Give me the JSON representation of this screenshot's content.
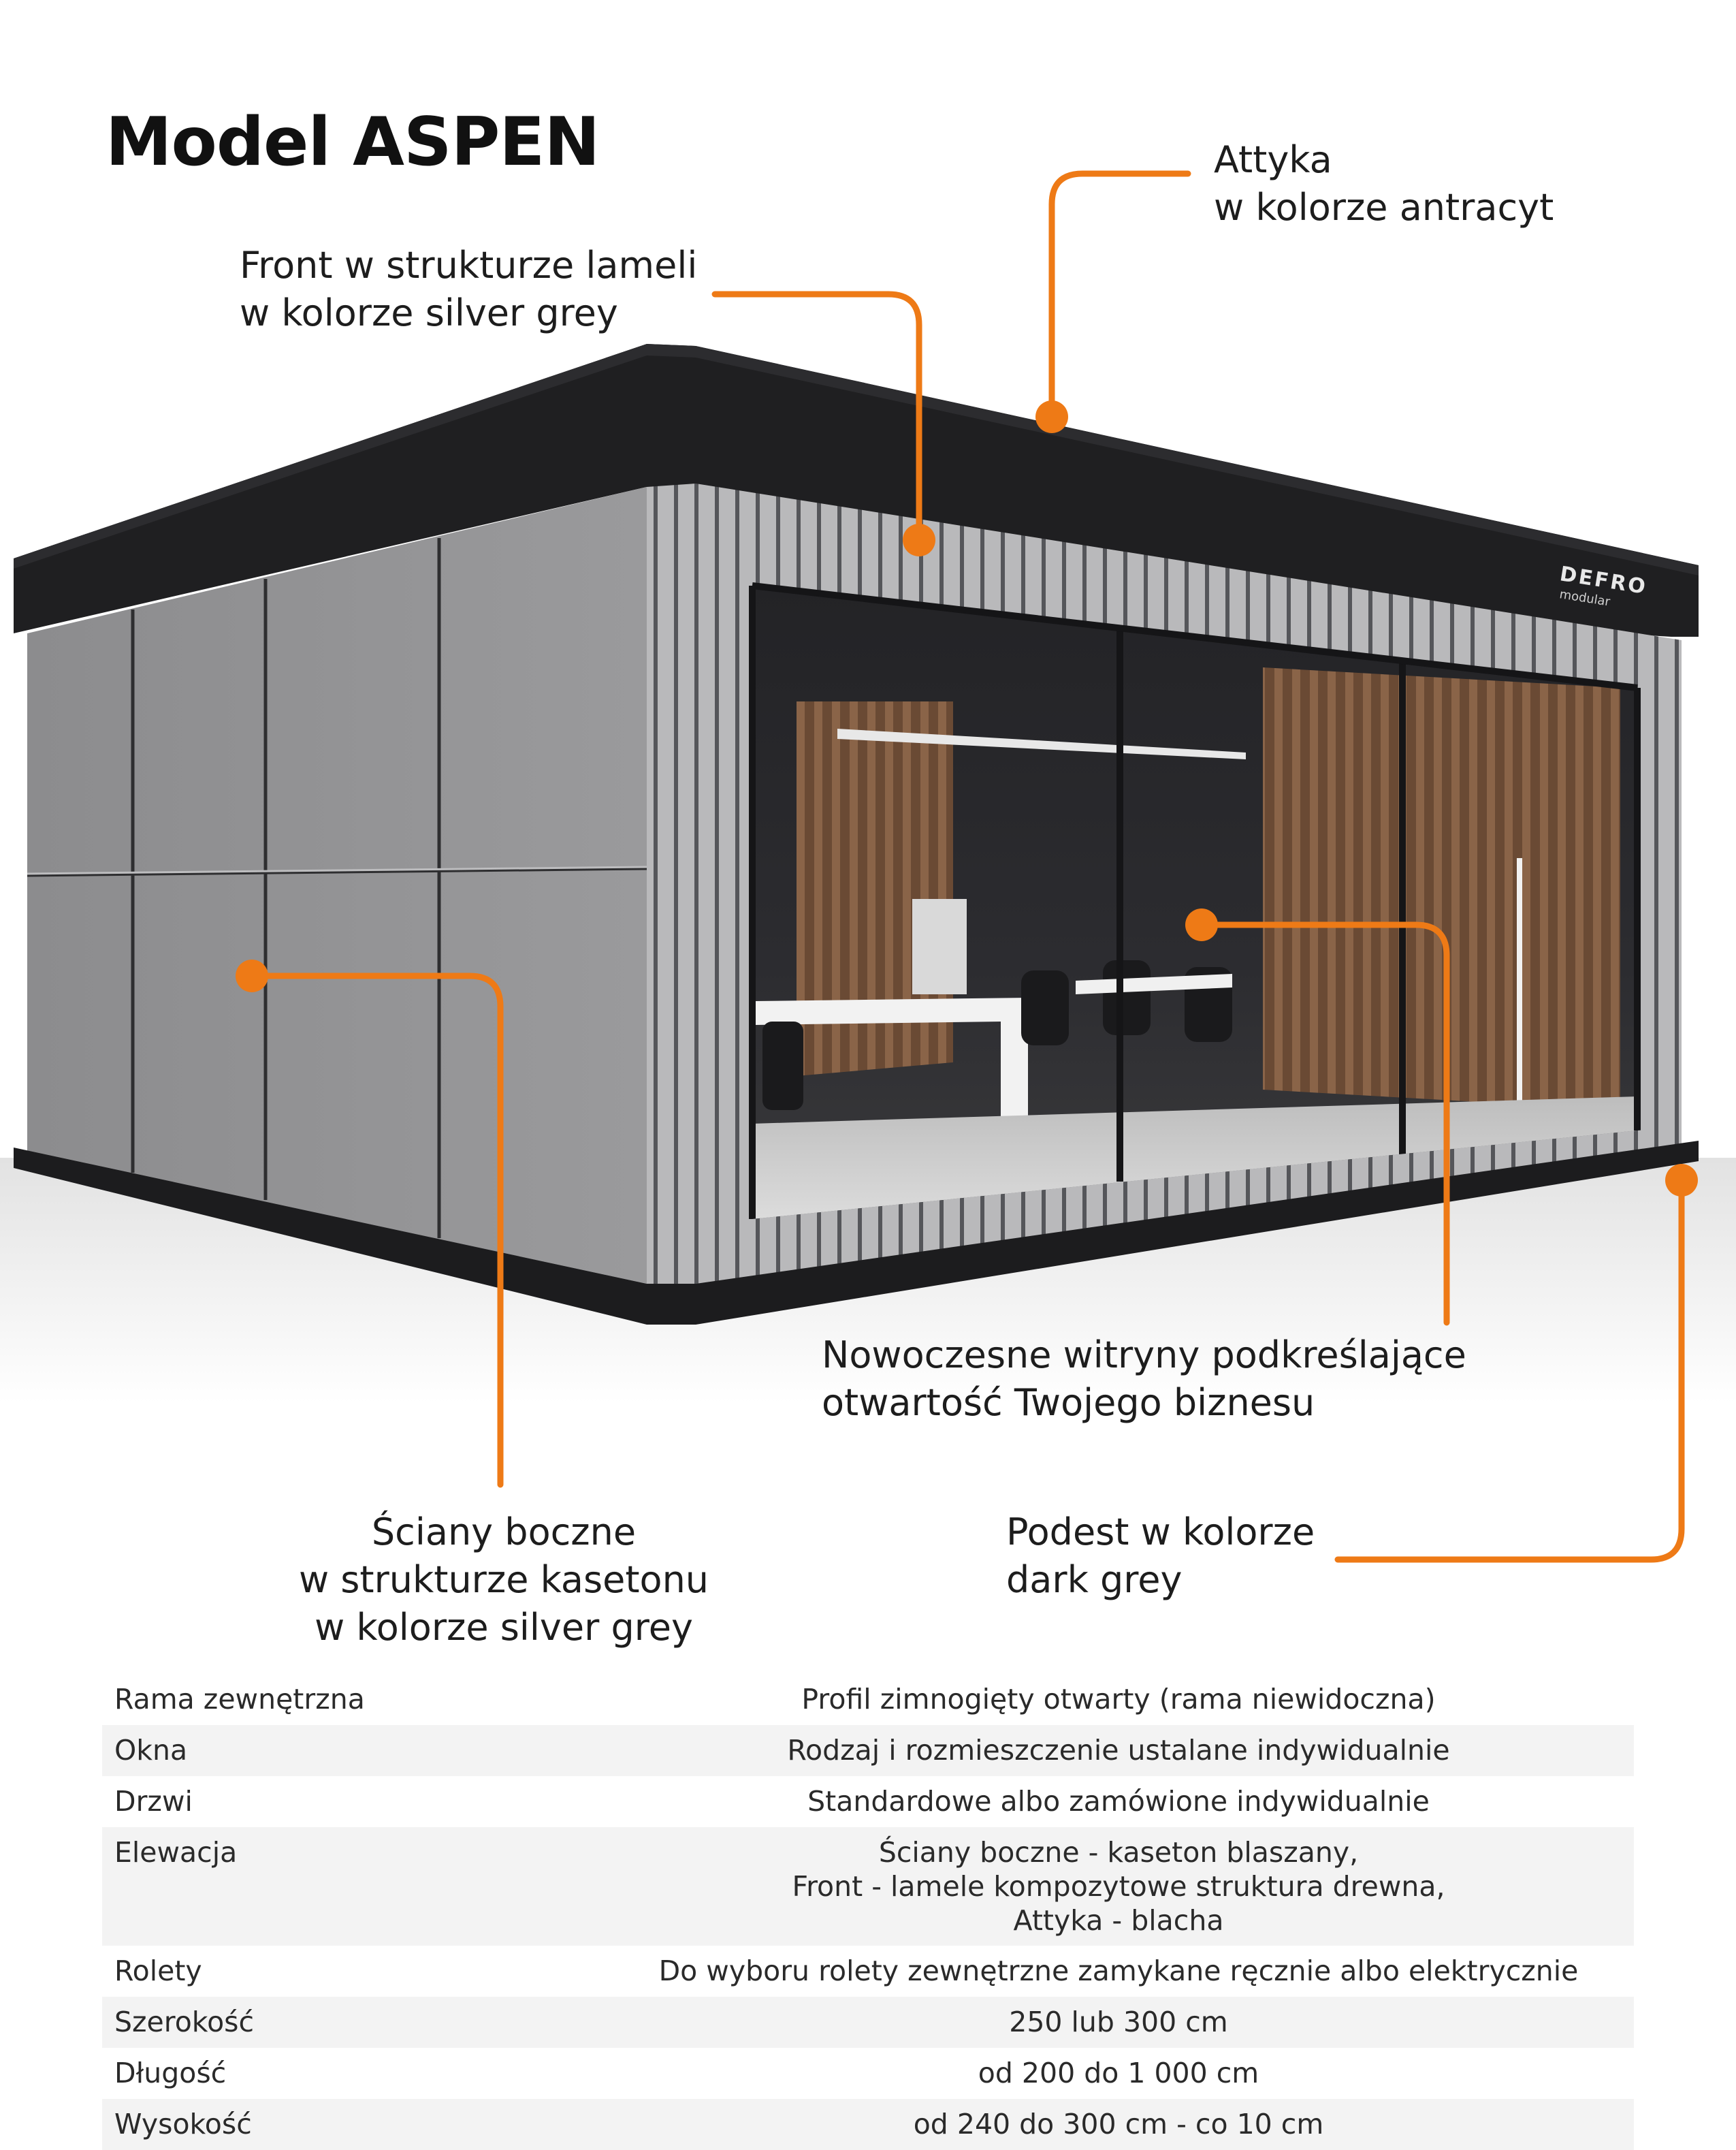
{
  "title": "Model ASPEN",
  "colors": {
    "accent": "#ee7a16",
    "roof": "#1f1f21",
    "wall": "#8e8e90",
    "lamella": "#b4b4b6"
  },
  "brand": {
    "line1": "DEFRO",
    "line2": "modular"
  },
  "callouts": {
    "attyka": [
      "Attyka",
      "w kolorze antracyt"
    ],
    "front": [
      "Front w strukturze lameli",
      "w kolorze silver grey"
    ],
    "witryny": [
      "Nowoczesne witryny podkreślające",
      "otwartość Twojego biznesu"
    ],
    "sciany": [
      "Ściany boczne",
      "w strukturze kasetonu",
      "w kolorze silver grey"
    ],
    "podest": [
      "Podest w kolorze",
      "dark grey"
    ]
  },
  "specs": [
    {
      "label": "Rama zewnętrzna",
      "value": [
        "Profil zimnogięty otwarty (rama niewidoczna)"
      ]
    },
    {
      "label": "Okna",
      "value": [
        "Rodzaj i rozmieszczenie ustalane indywidualnie"
      ]
    },
    {
      "label": "Drzwi",
      "value": [
        "Standardowe albo zamówione indywidualnie"
      ]
    },
    {
      "label": "Elewacja",
      "value": [
        "Ściany boczne - kaseton blaszany,",
        "Front - lamele kompozytowe struktura drewna,",
        "Attyka - blacha"
      ]
    },
    {
      "label": "Rolety",
      "value": [
        "Do wyboru rolety zewnętrzne zamykane ręcznie albo elektrycznie"
      ]
    },
    {
      "label": "Szerokość",
      "value": [
        "250 lub 300 cm"
      ]
    },
    {
      "label": "Długość",
      "value": [
        "od 200 do 1 000 cm"
      ]
    },
    {
      "label": "Wysokość",
      "value": [
        "od 240 do 300 cm - co 10 cm"
      ]
    }
  ]
}
